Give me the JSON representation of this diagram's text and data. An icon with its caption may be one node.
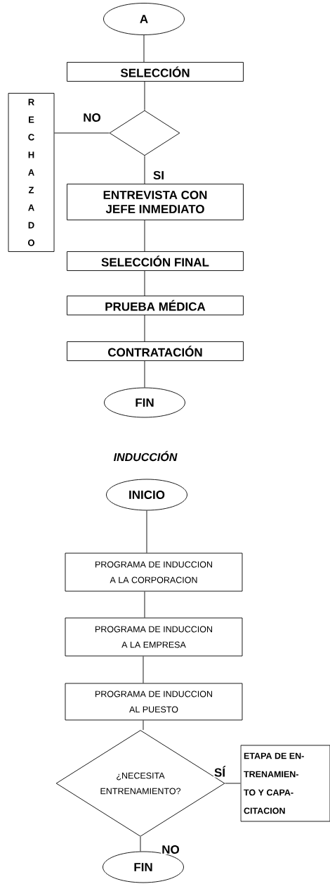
{
  "diagram": {
    "nodes": [
      {
        "text": [
          "A"
        ]
      },
      {
        "text": [
          "SELECCIÓN"
        ]
      },
      {
        "text": [],
        "shape": "diamond"
      },
      {
        "text": [
          "R E C H A Z A D O"
        ]
      },
      {
        "text": [
          "ENTREVISTA CON JEFE INMEDIATO"
        ]
      },
      {
        "text": [
          "SELECCIÓN FINAL"
        ]
      },
      {
        "text": [
          "PRUEBA MÉDICA"
        ]
      },
      {
        "text": [
          "CONTRATACIÓN"
        ]
      },
      {
        "text": [
          "FIN"
        ]
      },
      {
        "text": [
          "INICIO"
        ]
      },
      {
        "text": [
          "PROGRAMA DE INDUCCION A LA CORPORACION"
        ]
      },
      {
        "text": [
          "PROGRAMA DE INDUCCION A LA EMPRESA"
        ]
      },
      {
        "text": [
          "PROGRAMA DE INDUCCION AL PUESTO"
        ]
      },
      {
        "text": [
          "¿NECESITA ENTRENAMIENTO?"
        ]
      },
      {
        "text": [
          "ETAPA DE EN- TRENAMIEN- TO Y CAPA- CITACION"
        ]
      },
      {
        "text": [
          "FIN"
        ]
      }
    ],
    "edges": [
      {
        "from": 0,
        "to": 1,
        "arrow": "none"
      },
      {
        "from": 1,
        "to": 2,
        "arrow": "none"
      },
      {
        "from": 2,
        "to": 3,
        "arrow": "none",
        "label": "NO"
      },
      {
        "from": 2,
        "to": 4,
        "arrow": "none",
        "label": "SI"
      },
      {
        "from": 4,
        "to": 5,
        "arrow": "none"
      },
      {
        "from": 5,
        "to": 6,
        "arrow": "none"
      },
      {
        "from": 6,
        "to": 7,
        "arrow": "none"
      },
      {
        "from": 7,
        "to": 8,
        "arrow": "none"
      },
      {
        "from": 9,
        "to": 10,
        "arrow": "none"
      },
      {
        "from": 10,
        "to": 11,
        "arrow": "none"
      },
      {
        "from": 11,
        "to": 12,
        "arrow": "none"
      },
      {
        "from": 12,
        "to": 13,
        "arrow": "none"
      },
      {
        "from": 13,
        "to": 14,
        "arrow": "none",
        "label": "SÍ"
      },
      {
        "from": 13,
        "to": 15,
        "arrow": "none",
        "label": "NO"
      }
    ],
    "labels": [
      "INDUCCIÓN"
    ]
  }
}
